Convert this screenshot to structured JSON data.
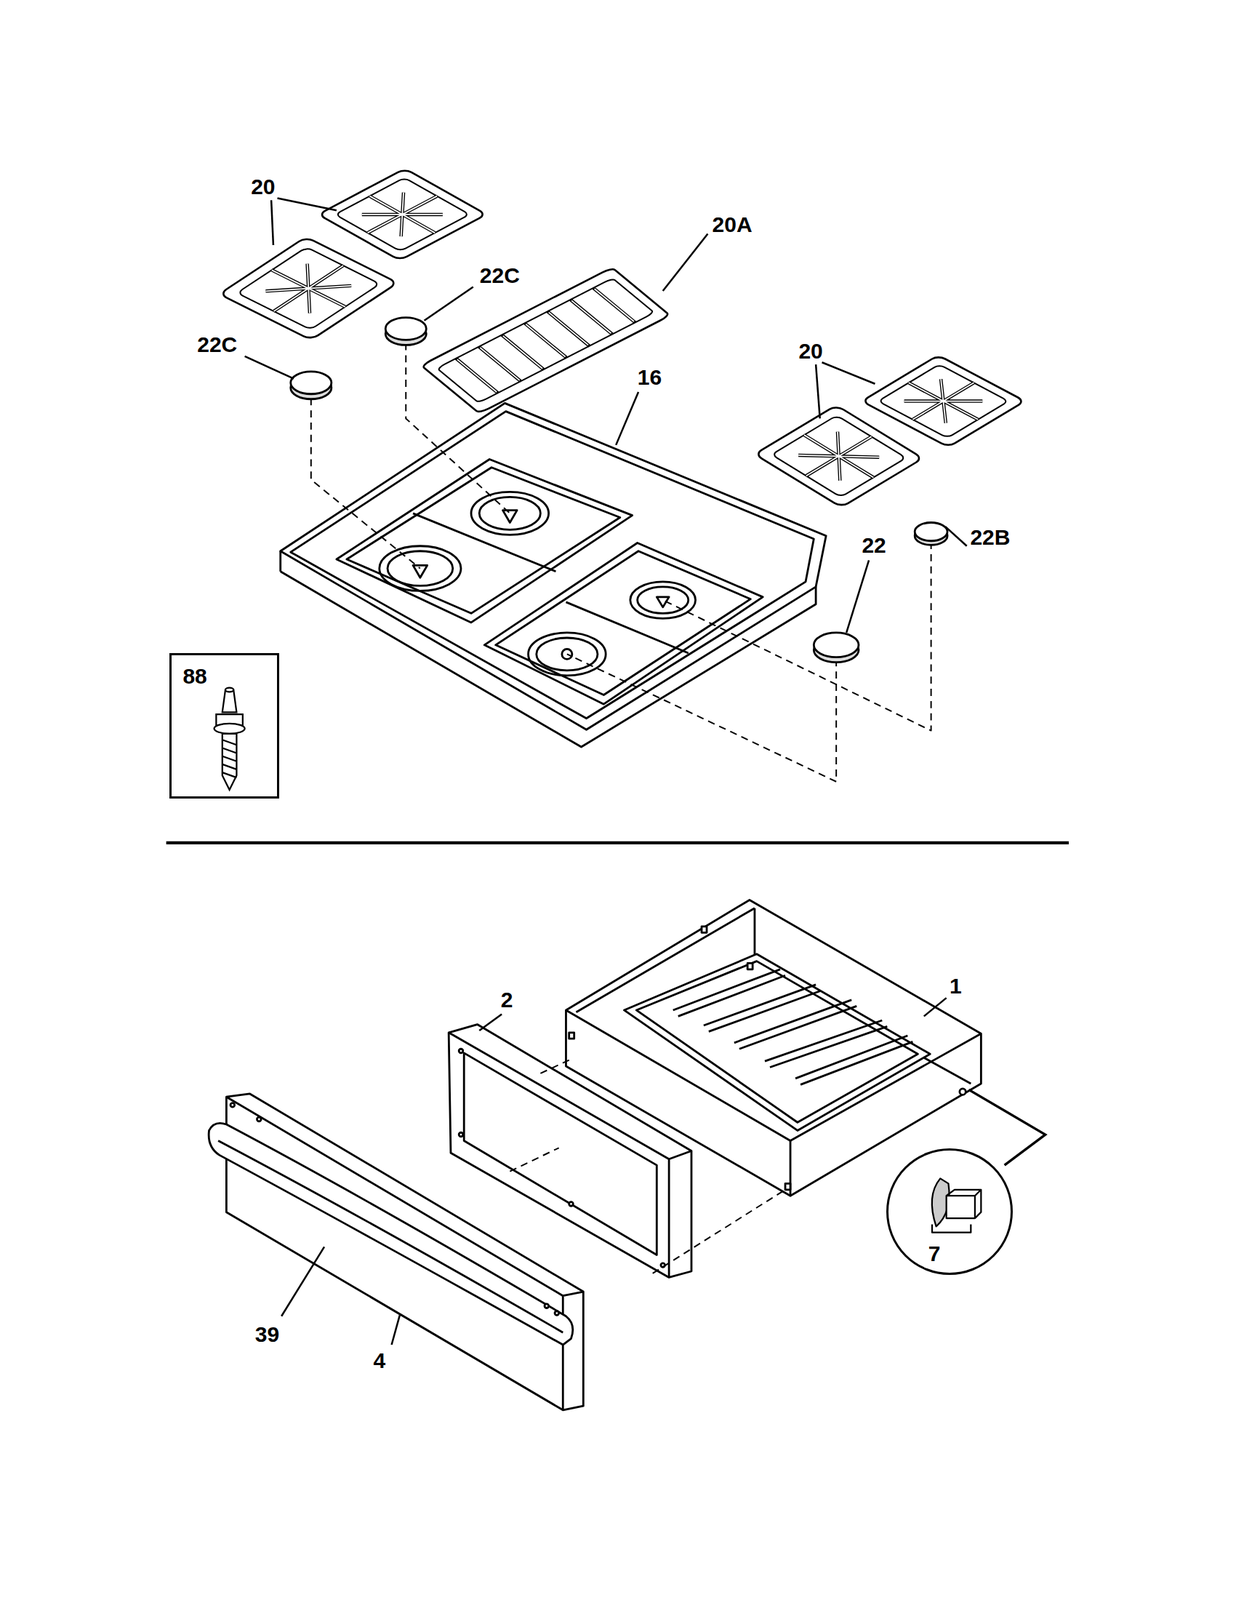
{
  "diagram": {
    "nodes": [
      {
        "text": [
          "88"
        ]
      },
      {
        "text": [
          "7"
        ]
      }
    ],
    "labels": [
      "20",
      "20A",
      "22C",
      "22C",
      "16",
      "20",
      "22",
      "22B",
      "2",
      "1",
      "39",
      "4"
    ]
  }
}
